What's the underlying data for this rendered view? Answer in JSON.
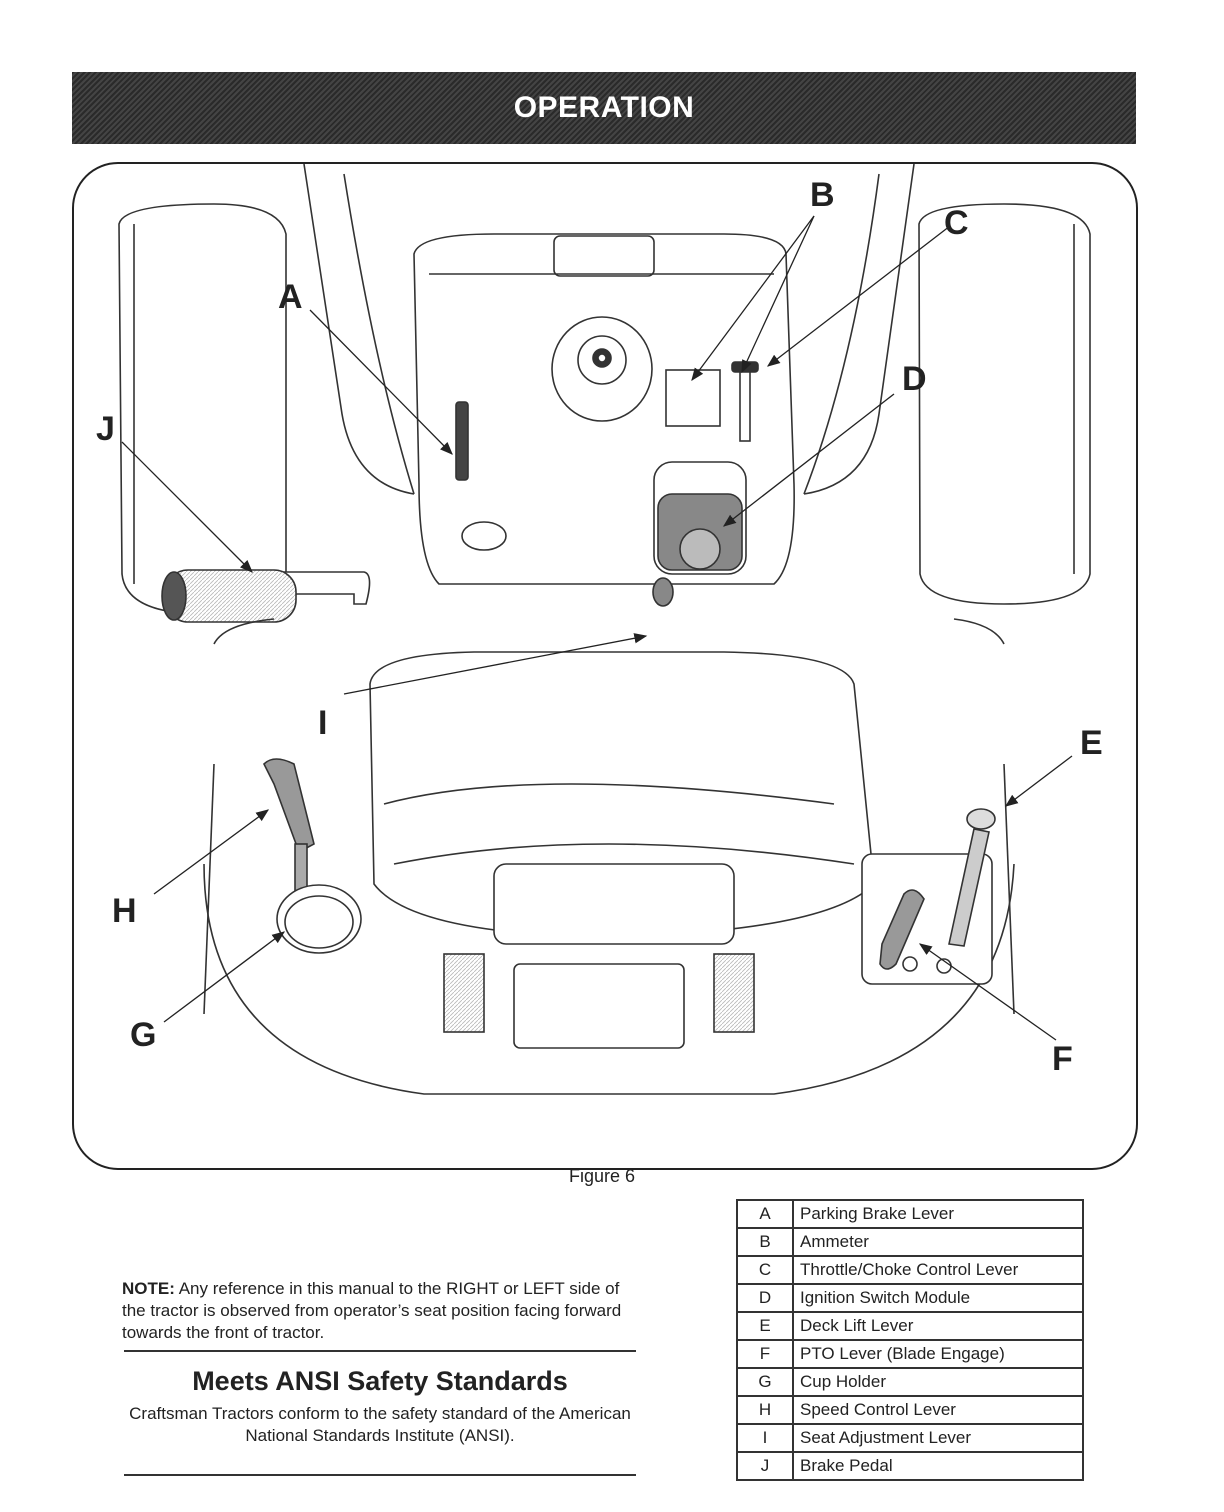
{
  "header": {
    "title": "OPERATION"
  },
  "figure": {
    "caption": "Figure 6",
    "callouts": [
      "A",
      "B",
      "C",
      "D",
      "E",
      "F",
      "G",
      "H",
      "I",
      "J"
    ]
  },
  "note": {
    "label": "NOTE:",
    "text": "Any reference in this manual to the RIGHT or LEFT side of the tractor is observed from operator’s seat position facing forward towards the front of tractor."
  },
  "ansi": {
    "title": "Meets ANSI Safety Standards",
    "body": "Craftsman Tractors conform to the safety standard of the American National Standards Institute (ANSI)."
  },
  "legend": [
    {
      "key": "A",
      "label": "Parking Brake Lever"
    },
    {
      "key": "B",
      "label": "Ammeter"
    },
    {
      "key": "C",
      "label": "Throttle/Choke Control Lever"
    },
    {
      "key": "D",
      "label": "Ignition Switch Module"
    },
    {
      "key": "E",
      "label": "Deck Lift Lever"
    },
    {
      "key": "F",
      "label": "PTO Lever (Blade Engage)"
    },
    {
      "key": "G",
      "label": "Cup Holder"
    },
    {
      "key": "H",
      "label": "Speed Control Lever"
    },
    {
      "key": "I",
      "label": "Seat Adjustment Lever"
    },
    {
      "key": "J",
      "label": "Brake Pedal"
    }
  ]
}
